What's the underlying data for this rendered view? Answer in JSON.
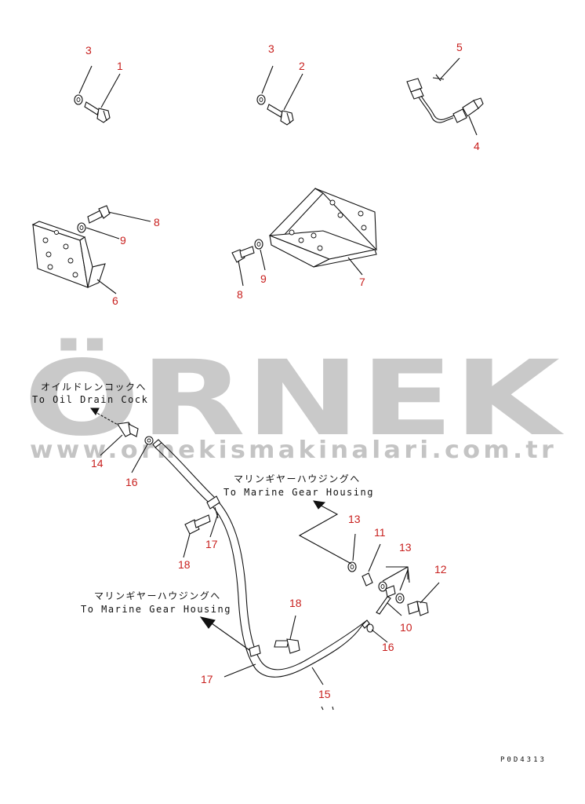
{
  "watermark": {
    "brand": "ÖRNEK",
    "url": "www.ornekismakinalari.com.tr",
    "accent_color": "#f3d9a6",
    "text_color": "#c9c9c9"
  },
  "callouts": {
    "c1": "1",
    "c2": "2",
    "c3a": "3",
    "c3b": "3",
    "c4": "4",
    "c5": "5",
    "c6": "6",
    "c7": "7",
    "c8a": "8",
    "c8b": "8",
    "c9a": "9",
    "c9b": "9",
    "c10": "10",
    "c11": "11",
    "c12": "12",
    "c13a": "13",
    "c13b": "13",
    "c14": "14",
    "c15": "15",
    "c16a": "16",
    "c16b": "16",
    "c17a": "17",
    "c17b": "17",
    "c18a": "18",
    "c18b": "18"
  },
  "notes": {
    "oil_drain_jp": "オイルドレンコックへ",
    "oil_drain_en": "To Oil Drain Cock",
    "marine_gear_jp_1": "マリンギヤーハウジングへ",
    "marine_gear_en_1": "To Marine Gear Housing",
    "marine_gear_jp_2": "マリンギヤーハウジングへ",
    "marine_gear_en_2": "To Marine Gear Housing"
  },
  "drawing_code": "P0D4313",
  "colors": {
    "callout": "#c8201e",
    "line": "#111111"
  }
}
